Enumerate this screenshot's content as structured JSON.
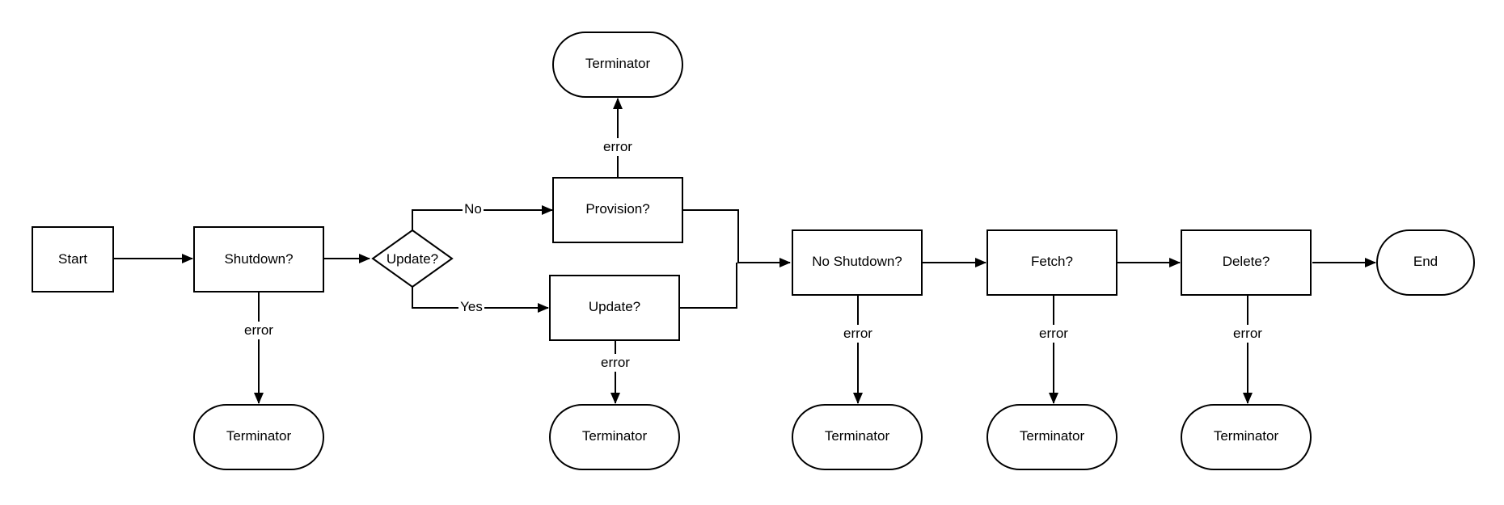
{
  "diagram": {
    "nodes": {
      "start": "Start",
      "shutdown": "Shutdown?",
      "update_decision": "Update?",
      "provision": "Provision?",
      "update": "Update?",
      "no_shutdown": "No Shutdown?",
      "fetch": "Fetch?",
      "delete": "Delete?",
      "end": "End",
      "term_provision": "Terminator",
      "term_shutdown": "Terminator",
      "term_update": "Terminator",
      "term_no_shutdown": "Terminator",
      "term_fetch": "Terminator",
      "term_delete": "Terminator"
    },
    "edge_labels": {
      "no": "No",
      "yes": "Yes",
      "error": "error"
    }
  }
}
